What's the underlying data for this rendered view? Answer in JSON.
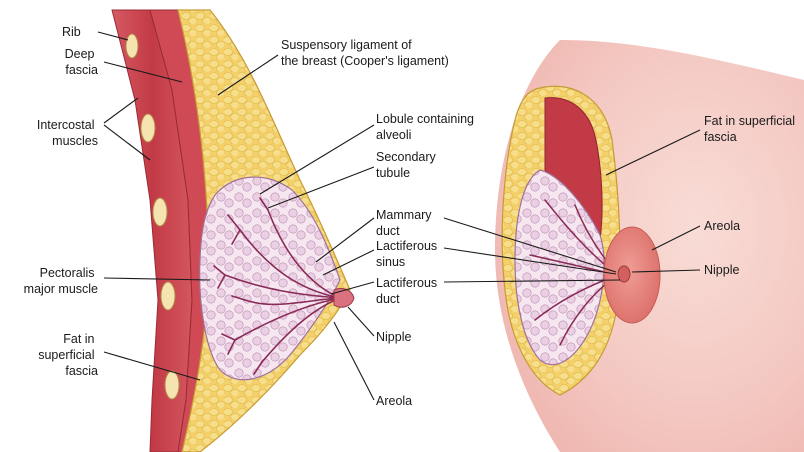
{
  "sagittal_labels": {
    "rib": "Rib",
    "deep_fascia": [
      "Deep",
      "fascia"
    ],
    "intercostal_muscles": [
      "Intercostal",
      "muscles"
    ],
    "pectoralis_major": [
      "Pectoralis",
      "major muscle"
    ],
    "fat_superficial": [
      "Fat in",
      "superficial",
      "fascia"
    ],
    "suspensory_ligament": [
      "Suspensory ligament of",
      "the breast (Cooper's ligament)"
    ],
    "lobule": [
      "Lobule containing",
      "alveoli"
    ],
    "secondary_tubule": [
      "Secondary",
      "tubule"
    ],
    "mammary_duct": [
      "Mammary",
      "duct"
    ],
    "lactiferous_sinus": [
      "Lactiferous",
      "sinus"
    ],
    "lactiferous_duct": [
      "Lactiferous",
      "duct"
    ],
    "nipple": "Nipple",
    "areola": "Areola"
  },
  "anterior_labels": {
    "fat_superficial": [
      "Fat in superficial",
      "fascia"
    ],
    "areola": "Areola",
    "nipple": "Nipple"
  },
  "colors": {
    "muscle": "#c8434f",
    "muscle_light": "#e58a8f",
    "fat": "#f2cf60",
    "fat_light": "#f8e49a",
    "gland": "#f3dcea",
    "gland_edge": "#a0709a",
    "duct": "#8a2a55",
    "skin": "#f4c8c2",
    "areola": "#e27f78",
    "label": "#1a1a1a"
  }
}
